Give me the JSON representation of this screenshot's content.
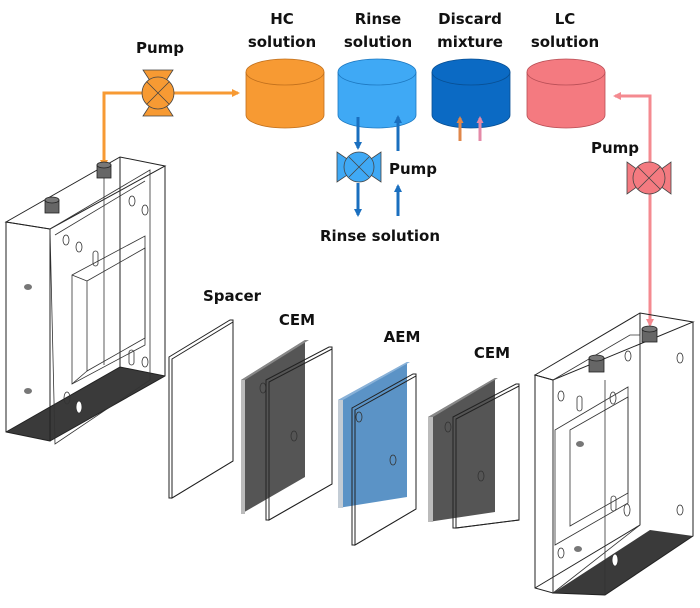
{
  "diagram": {
    "title": "Reverse electrodialysis stack with solution reservoirs",
    "colors": {
      "hc": "#f79a33",
      "rinse": "#3fa9f5",
      "discard": "#0b6ac4",
      "lc": "#f47a80",
      "rinse_pipe": "#1a6fbf",
      "lc_pipe": "#f48a90",
      "aem": "#5b93c6",
      "cem": "#555555"
    },
    "labels": {
      "pump_left": "Pump",
      "pump_rinse": "Pump",
      "pump_right": "Pump",
      "rinse_solution_bottom": "Rinse solution",
      "spacer": "Spacer",
      "cem_1": "CEM",
      "aem": "AEM",
      "cem_2": "CEM"
    },
    "tanks": [
      {
        "id": "hc",
        "line1": "HC",
        "line2": "solution"
      },
      {
        "id": "rinse",
        "line1": "Rinse",
        "line2": "solution"
      },
      {
        "id": "discard",
        "line1": "Discard",
        "line2": "mixture"
      },
      {
        "id": "lc",
        "line1": "LC",
        "line2": "solution"
      }
    ],
    "icons": {
      "pump": "pump-valve-symbol",
      "tank": "cylinder-reservoir",
      "flow": "arrow"
    }
  }
}
